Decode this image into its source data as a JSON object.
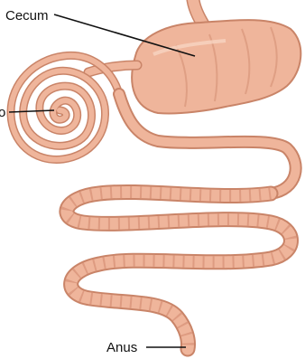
{
  "figure": {
    "labels": {
      "cecum": "Cecum",
      "spiral_partial": "o",
      "anus": "Anus"
    },
    "colors": {
      "tissue": "#efb59b",
      "tissue_dark": "#c98468",
      "tissue_highlight": "#f8d4c2",
      "leader_line": "#111111",
      "background": "#ffffff"
    }
  }
}
